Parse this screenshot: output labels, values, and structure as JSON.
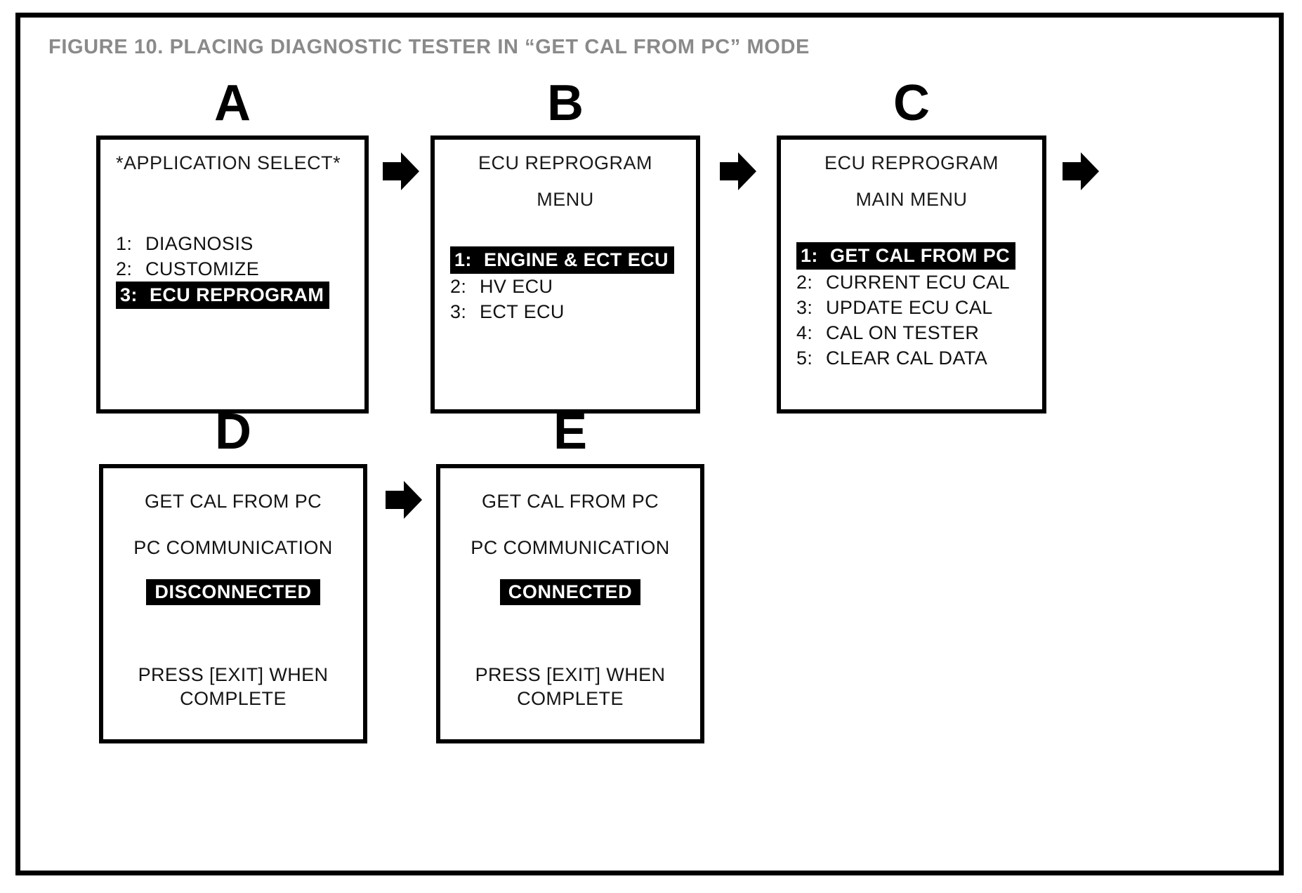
{
  "figure": {
    "title": "FIGURE 10.  PLACING DIAGNOSTIC TESTER IN “GET CAL FROM PC” MODE",
    "title_color": "#8a8a8a",
    "frame_color": "#000000",
    "highlight_color": "#000000",
    "highlight_text_color": "#ffffff"
  },
  "panels": {
    "a": {
      "letter": "A",
      "title": "*APPLICATION SELECT*",
      "items": [
        {
          "num": "1:",
          "label": "DIAGNOSIS",
          "selected": false
        },
        {
          "num": "2:",
          "label": "CUSTOMIZE",
          "selected": false
        },
        {
          "num": "3:",
          "label": "ECU REPROGRAM",
          "selected": true
        }
      ]
    },
    "b": {
      "letter": "B",
      "title_line1": "ECU REPROGRAM",
      "title_line2": "MENU",
      "items": [
        {
          "num": "1:",
          "label": "ENGINE & ECT ECU",
          "selected": true
        },
        {
          "num": "2:",
          "label": "HV ECU",
          "selected": false
        },
        {
          "num": "3:",
          "label": "ECT ECU",
          "selected": false
        }
      ]
    },
    "c": {
      "letter": "C",
      "title_line1": "ECU REPROGRAM",
      "title_line2": "MAIN MENU",
      "items": [
        {
          "num": "1:",
          "label": "GET CAL FROM PC",
          "selected": true
        },
        {
          "num": "2:",
          "label": "CURRENT ECU CAL",
          "selected": false
        },
        {
          "num": "3:",
          "label": "UPDATE ECU CAL",
          "selected": false
        },
        {
          "num": "4:",
          "label": "CAL ON TESTER",
          "selected": false
        },
        {
          "num": "5:",
          "label": "CLEAR CAL DATA",
          "selected": false
        }
      ]
    },
    "d": {
      "letter": "D",
      "line1": "GET CAL FROM PC",
      "line2": "PC COMMUNICATION",
      "status": "DISCONNECTED",
      "footer_line1": "PRESS [EXIT] WHEN",
      "footer_line2": "COMPLETE"
    },
    "e": {
      "letter": "E",
      "line1": "GET CAL FROM PC",
      "line2": "PC COMMUNICATION",
      "status": "CONNECTED",
      "footer_line1": "PRESS [EXIT] WHEN",
      "footer_line2": "COMPLETE"
    }
  },
  "arrows": [
    {
      "name": "arrow-a-to-b",
      "direction": "right"
    },
    {
      "name": "arrow-b-to-c",
      "direction": "right"
    },
    {
      "name": "arrow-c-to-d",
      "direction": "right"
    },
    {
      "name": "arrow-d-to-e",
      "direction": "right"
    }
  ]
}
